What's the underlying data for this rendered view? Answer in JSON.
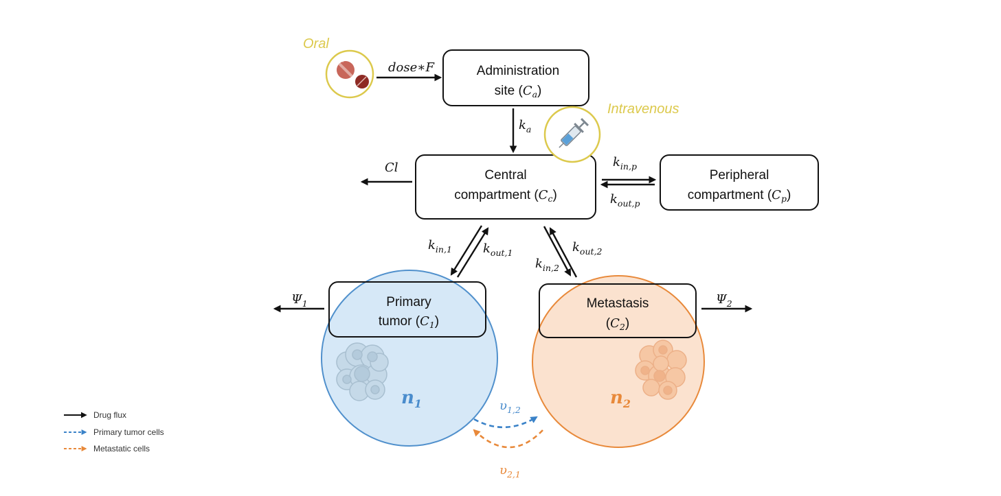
{
  "routes": {
    "oral": "Oral",
    "intravenous": "Intravenous"
  },
  "compartments": {
    "administration": {
      "line1": "Administration",
      "line2": "site (",
      "var": "C",
      "sub": "a",
      "close": ")"
    },
    "central": {
      "line1": "Central",
      "line2": "compartment (",
      "var": "C",
      "sub": "c",
      "close": ")"
    },
    "peripheral": {
      "line1": "Peripheral",
      "line2": "compartment (",
      "var": "C",
      "sub": "p",
      "close": ")"
    },
    "primary": {
      "line1": "Primary",
      "line2": "tumor (",
      "var": "C",
      "sub": "1",
      "close": ")"
    },
    "metastasis": {
      "line1": "Metastasis",
      "line2": "(",
      "var": "C",
      "sub": "2",
      "close": ")"
    }
  },
  "rates": {
    "dose": "dose∗F",
    "ka": {
      "base": "k",
      "sub": "a"
    },
    "cl": "Cl",
    "kin_p": {
      "base": "k",
      "sub": "in,p"
    },
    "kout_p": {
      "base": "k",
      "sub": "out,p"
    },
    "kin_1": {
      "base": "k",
      "sub": "in,1"
    },
    "kout_1": {
      "base": "k",
      "sub": "out,1"
    },
    "kin_2": {
      "base": "k",
      "sub": "in,2"
    },
    "kout_2": {
      "base": "k",
      "sub": "out,2"
    },
    "psi_1": {
      "base": "Ψ",
      "sub": "1"
    },
    "psi_2": {
      "base": "Ψ",
      "sub": "2"
    },
    "v12": {
      "base": "υ",
      "sub": "1,2"
    },
    "v21": {
      "base": "υ",
      "sub": "2,1"
    }
  },
  "populations": {
    "n1": {
      "base": "n",
      "sub": "1"
    },
    "n2": {
      "base": "n",
      "sub": "2"
    }
  },
  "legend": {
    "drug_flux": "Drug flux",
    "primary_cells": "Primary tumor cells",
    "metastatic_cells": "Metastatic cells"
  },
  "colors": {
    "route_yellow": "#dcc94c",
    "primary_blue": "#4a8ccc",
    "primary_fill": "#d6e8f7",
    "metastasis_orange": "#e8893a",
    "metastasis_fill": "#fbe2cf",
    "pill_red": "#c8665a",
    "pill_dark": "#8e2a24"
  }
}
